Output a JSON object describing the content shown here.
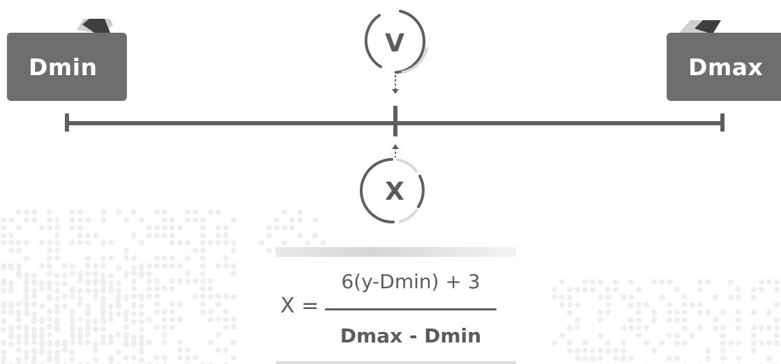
{
  "colors": {
    "folder": "#6e6e6e",
    "axis": "#5f5f5f",
    "text_dark": "#5c5c5c",
    "dots": "#eeeeee",
    "tab_accent": "#3f3f3f",
    "tab_light": "#cfcfcf"
  },
  "boundaries": {
    "min_label": "Dmin",
    "max_label": "Dmax"
  },
  "nodes": {
    "top_label": "V",
    "bottom_label": "X"
  },
  "formula": {
    "lhs": "X =",
    "numerator": "6(y-Dmin) + 3",
    "denominator": "Dmax - Dmin"
  },
  "icons": [
    "folder-icon",
    "circle-node-icon"
  ]
}
